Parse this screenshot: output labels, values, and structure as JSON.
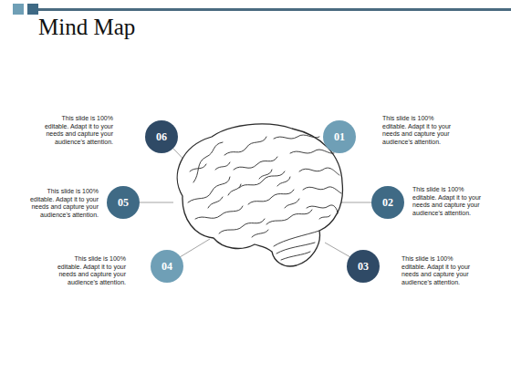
{
  "diagram": {
    "title": "Mind Map",
    "nodes": [
      {
        "text": [
          "01",
          "This slide is 100% editable. Adapt it to your needs and capture your audience's attention."
        ]
      },
      {
        "text": [
          "02",
          "This slide is 100% editable. Adapt it to your needs and capture your audience's attention."
        ]
      },
      {
        "text": [
          "03",
          "This slide is 100% editable. Adapt it to your needs and capture your audience's attention."
        ]
      },
      {
        "text": [
          "04",
          "This slide is 100% editable. Adapt it to your needs and capture your audience's attention."
        ]
      },
      {
        "text": [
          "05",
          "This slide is 100% editable. Adapt it to your needs and capture your audience's attention."
        ]
      },
      {
        "text": [
          "06",
          "This slide is 100% editable. Adapt it to your needs and capture your audience's attention."
        ]
      }
    ]
  }
}
